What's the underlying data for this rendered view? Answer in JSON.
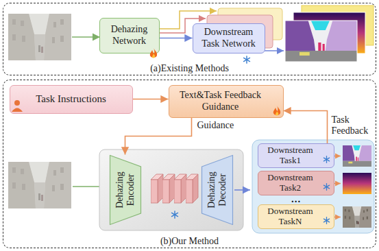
{
  "diagram": {
    "nodes": [
      {
        "text": [
          "(a)Existing Methods"
        ]
      },
      {
        "text": [
          "Dehazing Network"
        ],
        "in": 0
      },
      {
        "text": [
          "Downstream Task Network"
        ],
        "in": 0
      },
      {
        "text": [
          "(b)Our Method"
        ]
      },
      {
        "text": [
          "Task Instructions"
        ],
        "in": 3
      },
      {
        "text": [
          "Text&Task Feedback Guidance"
        ],
        "in": 3
      },
      {
        "text": [
          "Dehazing Encoder"
        ],
        "in": 3
      },
      {
        "text": [
          "Dehazing Decoder"
        ],
        "in": 3
      },
      {
        "text": [
          "Downstream Task1"
        ],
        "in": 3
      },
      {
        "text": [
          "Downstream Task2"
        ],
        "in": 3
      },
      {
        "text": [
          "Downstream TaskN"
        ],
        "in": 3
      }
    ],
    "edges": [
      {
        "from": 1,
        "to": 2,
        "arrow": "to"
      },
      {
        "from": 4,
        "to": 5,
        "arrow": "to"
      },
      {
        "from": 5,
        "to": 6,
        "label": "Guidance",
        "arrow": "to"
      },
      {
        "from": 8,
        "to": 5,
        "label": "Task Feedback",
        "arrow": "to"
      }
    ],
    "labels": [
      "..."
    ]
  }
}
